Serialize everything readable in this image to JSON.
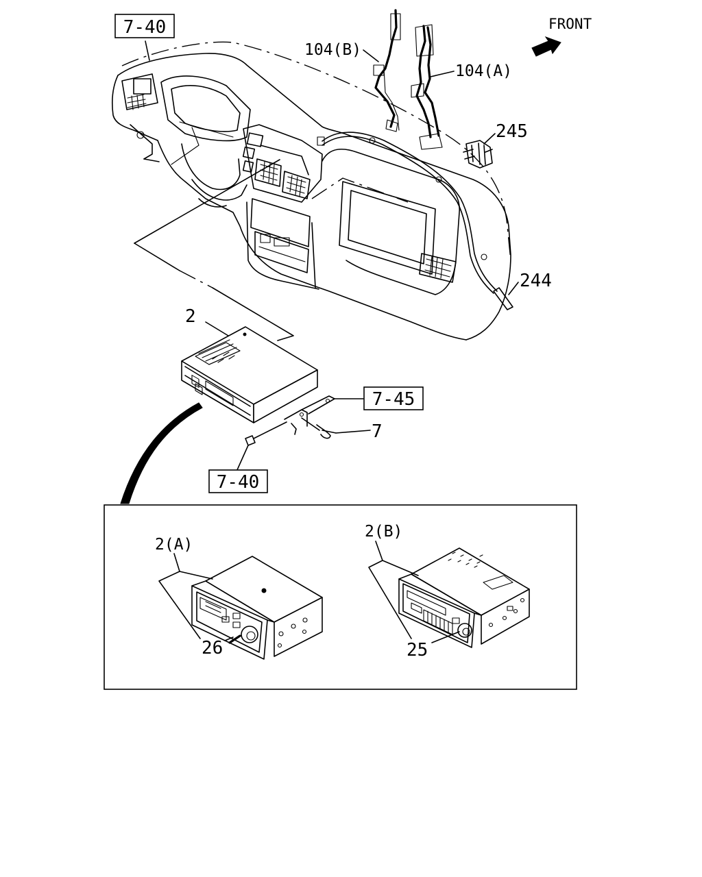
{
  "labels": {
    "front": "FRONT",
    "ref_top": "7-40",
    "ref_bracket": "7-45",
    "ref_bottom": "7-40",
    "part_104b": "104(B)",
    "part_104a": "104(A)",
    "part_245": "245",
    "part_244": "244",
    "part_2": "2",
    "part_7": "7",
    "part_2a": "2(A)",
    "part_2b": "2(B)",
    "part_26": "26",
    "part_25": "25"
  }
}
